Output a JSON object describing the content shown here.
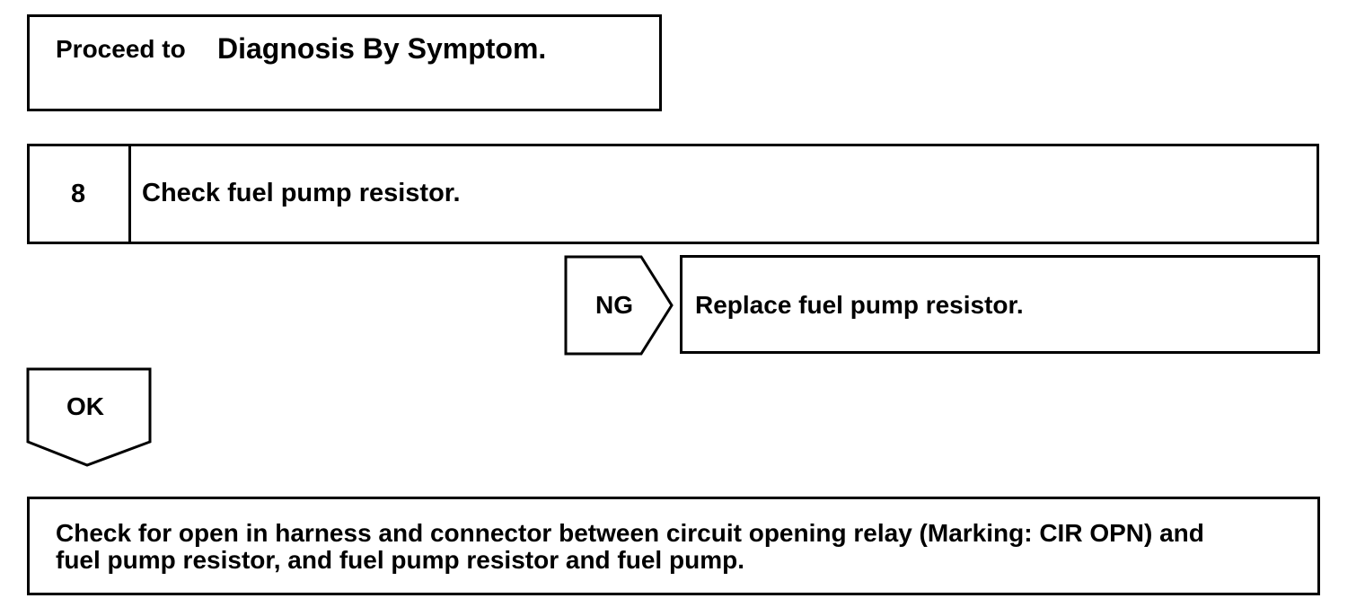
{
  "proceed_box": {
    "prefix": "Proceed to",
    "main": "Diagnosis By Symptom."
  },
  "step": {
    "number": "8",
    "title": "Check fuel pump resistor."
  },
  "ng_branch": {
    "label": "NG",
    "action": "Replace fuel pump resistor."
  },
  "ok_branch": {
    "label": "OK"
  },
  "final_box": {
    "lines": [
      "Check for open in harness and connector between circuit opening relay (Marking: CIR OPN) and",
      "fuel pump resistor, and fuel pump resistor and fuel pump."
    ]
  }
}
